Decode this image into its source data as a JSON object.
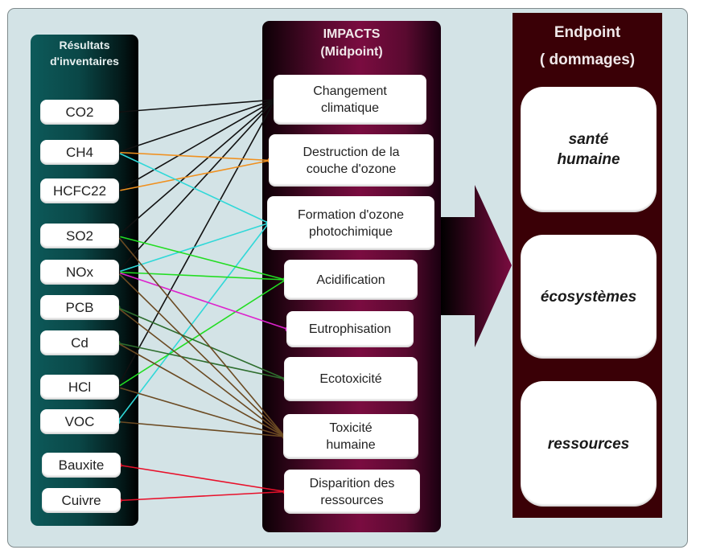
{
  "columns": {
    "inventory": {
      "title_line1": "Résultats",
      "title_line2": "d'inventaires"
    },
    "midpoint": {
      "title_line1": "IMPACTS",
      "title_line2": "(Midpoint)"
    },
    "endpoint": {
      "title_line1": "Endpoint",
      "title_line2": "( dommages)"
    }
  },
  "inventory_items": [
    {
      "id": "co2",
      "label": "CO2"
    },
    {
      "id": "ch4",
      "label": "CH4"
    },
    {
      "id": "hcfc22",
      "label": "HCFC22"
    },
    {
      "id": "so2",
      "label": "SO2"
    },
    {
      "id": "nox",
      "label": "NOx"
    },
    {
      "id": "pcb",
      "label": "PCB"
    },
    {
      "id": "cd",
      "label": "Cd"
    },
    {
      "id": "hcl",
      "label": "HCl"
    },
    {
      "id": "voc",
      "label": "VOC"
    },
    {
      "id": "bauxite",
      "label": "Bauxite"
    },
    {
      "id": "cuivre",
      "label": "Cuivre"
    }
  ],
  "midpoint_items": [
    {
      "id": "climat",
      "line1": "Changement",
      "line2": "climatique",
      "color": "#111111"
    },
    {
      "id": "ozone",
      "line1": "Destruction de la",
      "line2": "couche d'ozone",
      "color": "#f0901e"
    },
    {
      "id": "photo",
      "line1": "Formation d'ozone",
      "line2": "photochimique",
      "color": "#30d8d8"
    },
    {
      "id": "acid",
      "line1": "Acidification",
      "line2": "",
      "color": "#22dd22"
    },
    {
      "id": "eutro",
      "line1": "Eutrophisation",
      "line2": "",
      "color": "#dd22cc"
    },
    {
      "id": "ecotox",
      "line1": "Ecotoxicité",
      "line2": "",
      "color": "#2e6e2e"
    },
    {
      "id": "toxhum",
      "line1": "Toxicité",
      "line2": "humaine",
      "color": "#6b4a22"
    },
    {
      "id": "ressources",
      "line1": "Disparition des",
      "line2": "ressources",
      "color": "#e8102a"
    }
  ],
  "endpoint_items": [
    {
      "id": "sante",
      "line1": "santé",
      "line2": "humaine"
    },
    {
      "id": "eco",
      "line1": "écosystèmes",
      "line2": ""
    },
    {
      "id": "res",
      "line1": "ressources",
      "line2": ""
    }
  ],
  "links": [
    {
      "from": "co2",
      "to": "climat",
      "color": "#111111"
    },
    {
      "from": "ch4",
      "to": "climat",
      "color": "#111111"
    },
    {
      "from": "hcfc22",
      "to": "climat",
      "color": "#111111"
    },
    {
      "from": "so2",
      "to": "climat",
      "color": "#111111"
    },
    {
      "from": "nox",
      "to": "climat",
      "color": "#111111"
    },
    {
      "from": "hcl",
      "to": "climat",
      "color": "#111111"
    },
    {
      "from": "ch4",
      "to": "ozone",
      "color": "#f0901e"
    },
    {
      "from": "hcfc22",
      "to": "ozone",
      "color": "#f0901e"
    },
    {
      "from": "ch4",
      "to": "photo",
      "color": "#30d8d8"
    },
    {
      "from": "nox",
      "to": "photo",
      "color": "#30d8d8"
    },
    {
      "from": "voc",
      "to": "photo",
      "color": "#30d8d8"
    },
    {
      "from": "so2",
      "to": "acid",
      "color": "#22dd22"
    },
    {
      "from": "nox",
      "to": "acid",
      "color": "#22dd22"
    },
    {
      "from": "hcl",
      "to": "acid",
      "color": "#22dd22"
    },
    {
      "from": "nox",
      "to": "eutro",
      "color": "#dd22cc"
    },
    {
      "from": "pcb",
      "to": "ecotox",
      "color": "#2e6e2e"
    },
    {
      "from": "cd",
      "to": "ecotox",
      "color": "#2e6e2e"
    },
    {
      "from": "so2",
      "to": "toxhum",
      "color": "#6b4a22"
    },
    {
      "from": "nox",
      "to": "toxhum",
      "color": "#6b4a22"
    },
    {
      "from": "pcb",
      "to": "toxhum",
      "color": "#6b4a22"
    },
    {
      "from": "cd",
      "to": "toxhum",
      "color": "#6b4a22"
    },
    {
      "from": "hcl",
      "to": "toxhum",
      "color": "#6b4a22"
    },
    {
      "from": "voc",
      "to": "toxhum",
      "color": "#6b4a22"
    },
    {
      "from": "bauxite",
      "to": "ressources",
      "color": "#e8102a"
    },
    {
      "from": "cuivre",
      "to": "ressources",
      "color": "#e8102a"
    }
  ],
  "colors": {
    "background": "#d3e3e6",
    "inventory_column": "#0a4747",
    "midpoint_column": "#7a0c40",
    "endpoint_column": "#3a0006"
  }
}
